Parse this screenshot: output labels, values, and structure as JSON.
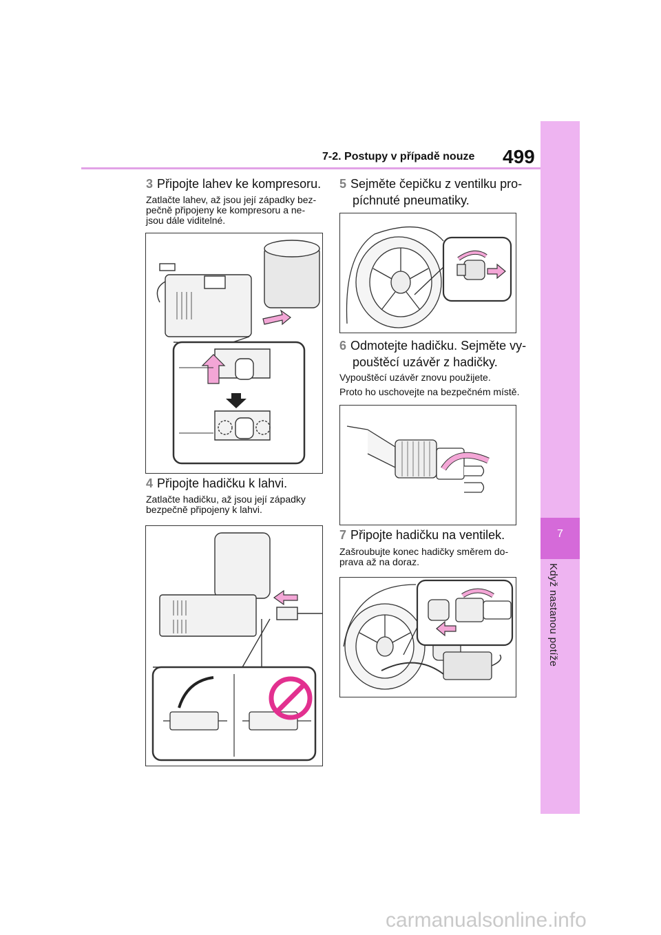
{
  "header": {
    "section_title": "7-2. Postupy v případě nouze",
    "page_number": "499"
  },
  "side_tab": {
    "chapter_number": "7",
    "chapter_title": "Když nastanou potíže"
  },
  "steps": [
    {
      "number": "3",
      "title": "Připojte lahev ke kompresoru.",
      "note": [
        "Zatlačte lahev, až jsou její západky bez-",
        "pečně připojeny ke kompresoru a ne-",
        "jsou dále viditelné."
      ]
    },
    {
      "number": "4",
      "title": "Připojte hadičku k lahvi.",
      "note": [
        "Zatlačte hadičku, až jsou její západky",
        "bezpečně připojeny k lahvi."
      ]
    },
    {
      "number": "5",
      "title_lines": [
        "Sejměte čepičku z ventilku pro-",
        "píchnuté pneumatiky."
      ]
    },
    {
      "number": "6",
      "title_lines": [
        "Odmotejte hadičku. Sejměte vy-",
        "pouštěcí uzávěr z hadičky."
      ],
      "note": [
        "Vypouštěcí uzávěr znovu použijete.",
        "Proto ho uschovejte na bezpečném místě."
      ]
    },
    {
      "number": "7",
      "title": "Připojte hadičku na ventilek.",
      "note": [
        "Zašroubujte konec hadičky směrem do-",
        "prava až na doraz."
      ]
    }
  ],
  "colors": {
    "accent": "#e2a2e6",
    "tab": "#eeb4f1",
    "tab_active": "#d56ad9",
    "arrow_pink": "#f3a6d6"
  },
  "watermark": "carmanualsonline.info"
}
